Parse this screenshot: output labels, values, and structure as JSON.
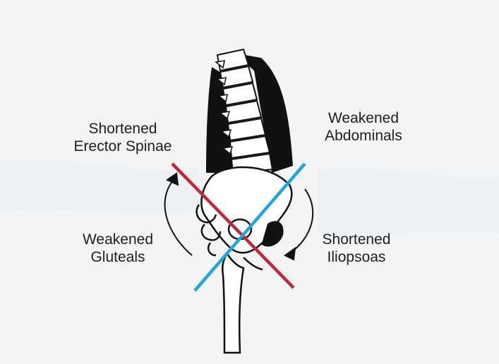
{
  "diagram": {
    "labels": {
      "erector_spinae": [
        "Shortened",
        "Erector Spinae"
      ],
      "abdominals": [
        "Weakened",
        "Abdominals"
      ],
      "gluteals": [
        "Weakened",
        "Gluteals"
      ],
      "iliopsoas": [
        "Shortened",
        "Iliopsoas"
      ]
    },
    "colors": {
      "red_line": "#c0283a",
      "blue_line": "#1fa6de",
      "ink": "#111111"
    }
  }
}
